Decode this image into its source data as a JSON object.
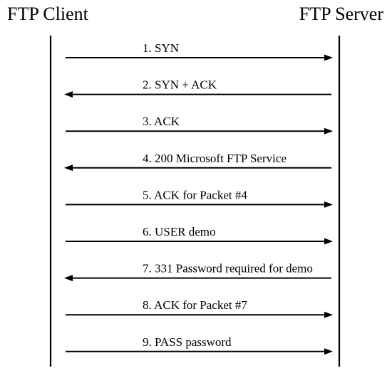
{
  "participants": {
    "client": "FTP Client",
    "server": "FTP Server"
  },
  "messages": [
    {
      "label": "1. SYN",
      "direction": "client-to-server"
    },
    {
      "label": "2. SYN + ACK",
      "direction": "server-to-client"
    },
    {
      "label": "3. ACK",
      "direction": "client-to-server"
    },
    {
      "label": "4. 200 Microsoft FTP Service",
      "direction": "server-to-client"
    },
    {
      "label": "5. ACK for Packet #4",
      "direction": "client-to-server"
    },
    {
      "label": "6. USER demo",
      "direction": "client-to-server"
    },
    {
      "label": "7. 331 Password required for demo",
      "direction": "server-to-client"
    },
    {
      "label": "8. ACK for Packet #7",
      "direction": "client-to-server"
    },
    {
      "label": "9. PASS password",
      "direction": "client-to-server"
    }
  ],
  "colors": {
    "line": "#000000",
    "text": "#000000",
    "background": "#ffffff"
  }
}
